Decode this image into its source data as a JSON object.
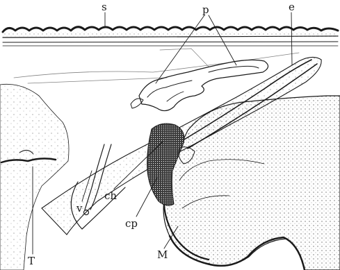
{
  "figure": {
    "labels": {
      "s": "s",
      "p": "p",
      "e": "e",
      "ch": "ch",
      "v": "v",
      "cp": "cp",
      "T": "T",
      "M": "M"
    },
    "colors": {
      "ink": "#1a1a1a",
      "paper": "#ffffff",
      "stipple": "#6b6b6b",
      "dense": "#2a2a2a"
    }
  }
}
